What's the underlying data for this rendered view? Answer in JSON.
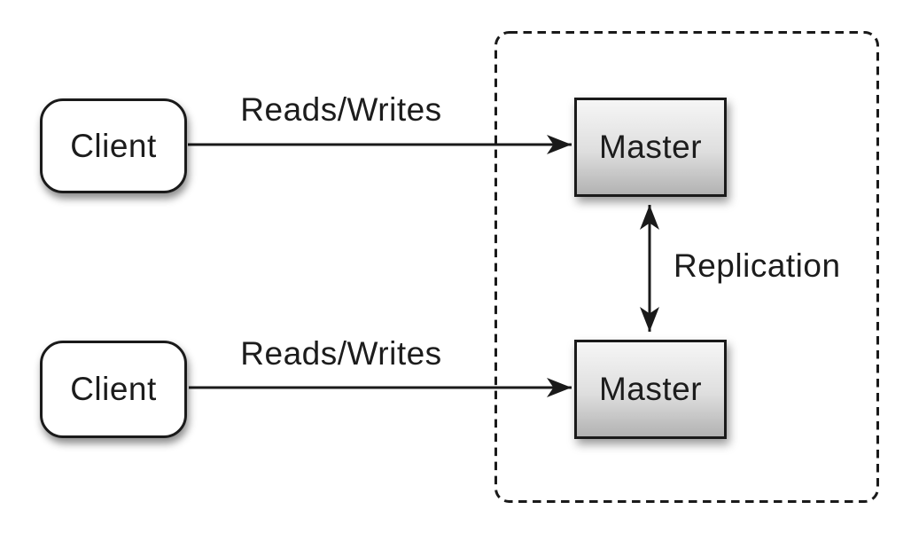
{
  "diagram": {
    "clients": [
      {
        "label": "Client"
      },
      {
        "label": "Client"
      }
    ],
    "masters": [
      {
        "label": "Master"
      },
      {
        "label": "Master"
      }
    ],
    "edges": {
      "top_reads_writes": "Reads/Writes",
      "bottom_reads_writes": "Reads/Writes",
      "replication": "Replication"
    },
    "colors": {
      "line": "#1a1a1a",
      "text": "#1c1c1c",
      "background": "#ffffff",
      "client_fill": "#ffffff",
      "master_gradient_top": "#f6f6f6",
      "master_gradient_mid": "#dedede",
      "master_gradient_bottom": "#b2b2b2"
    }
  }
}
